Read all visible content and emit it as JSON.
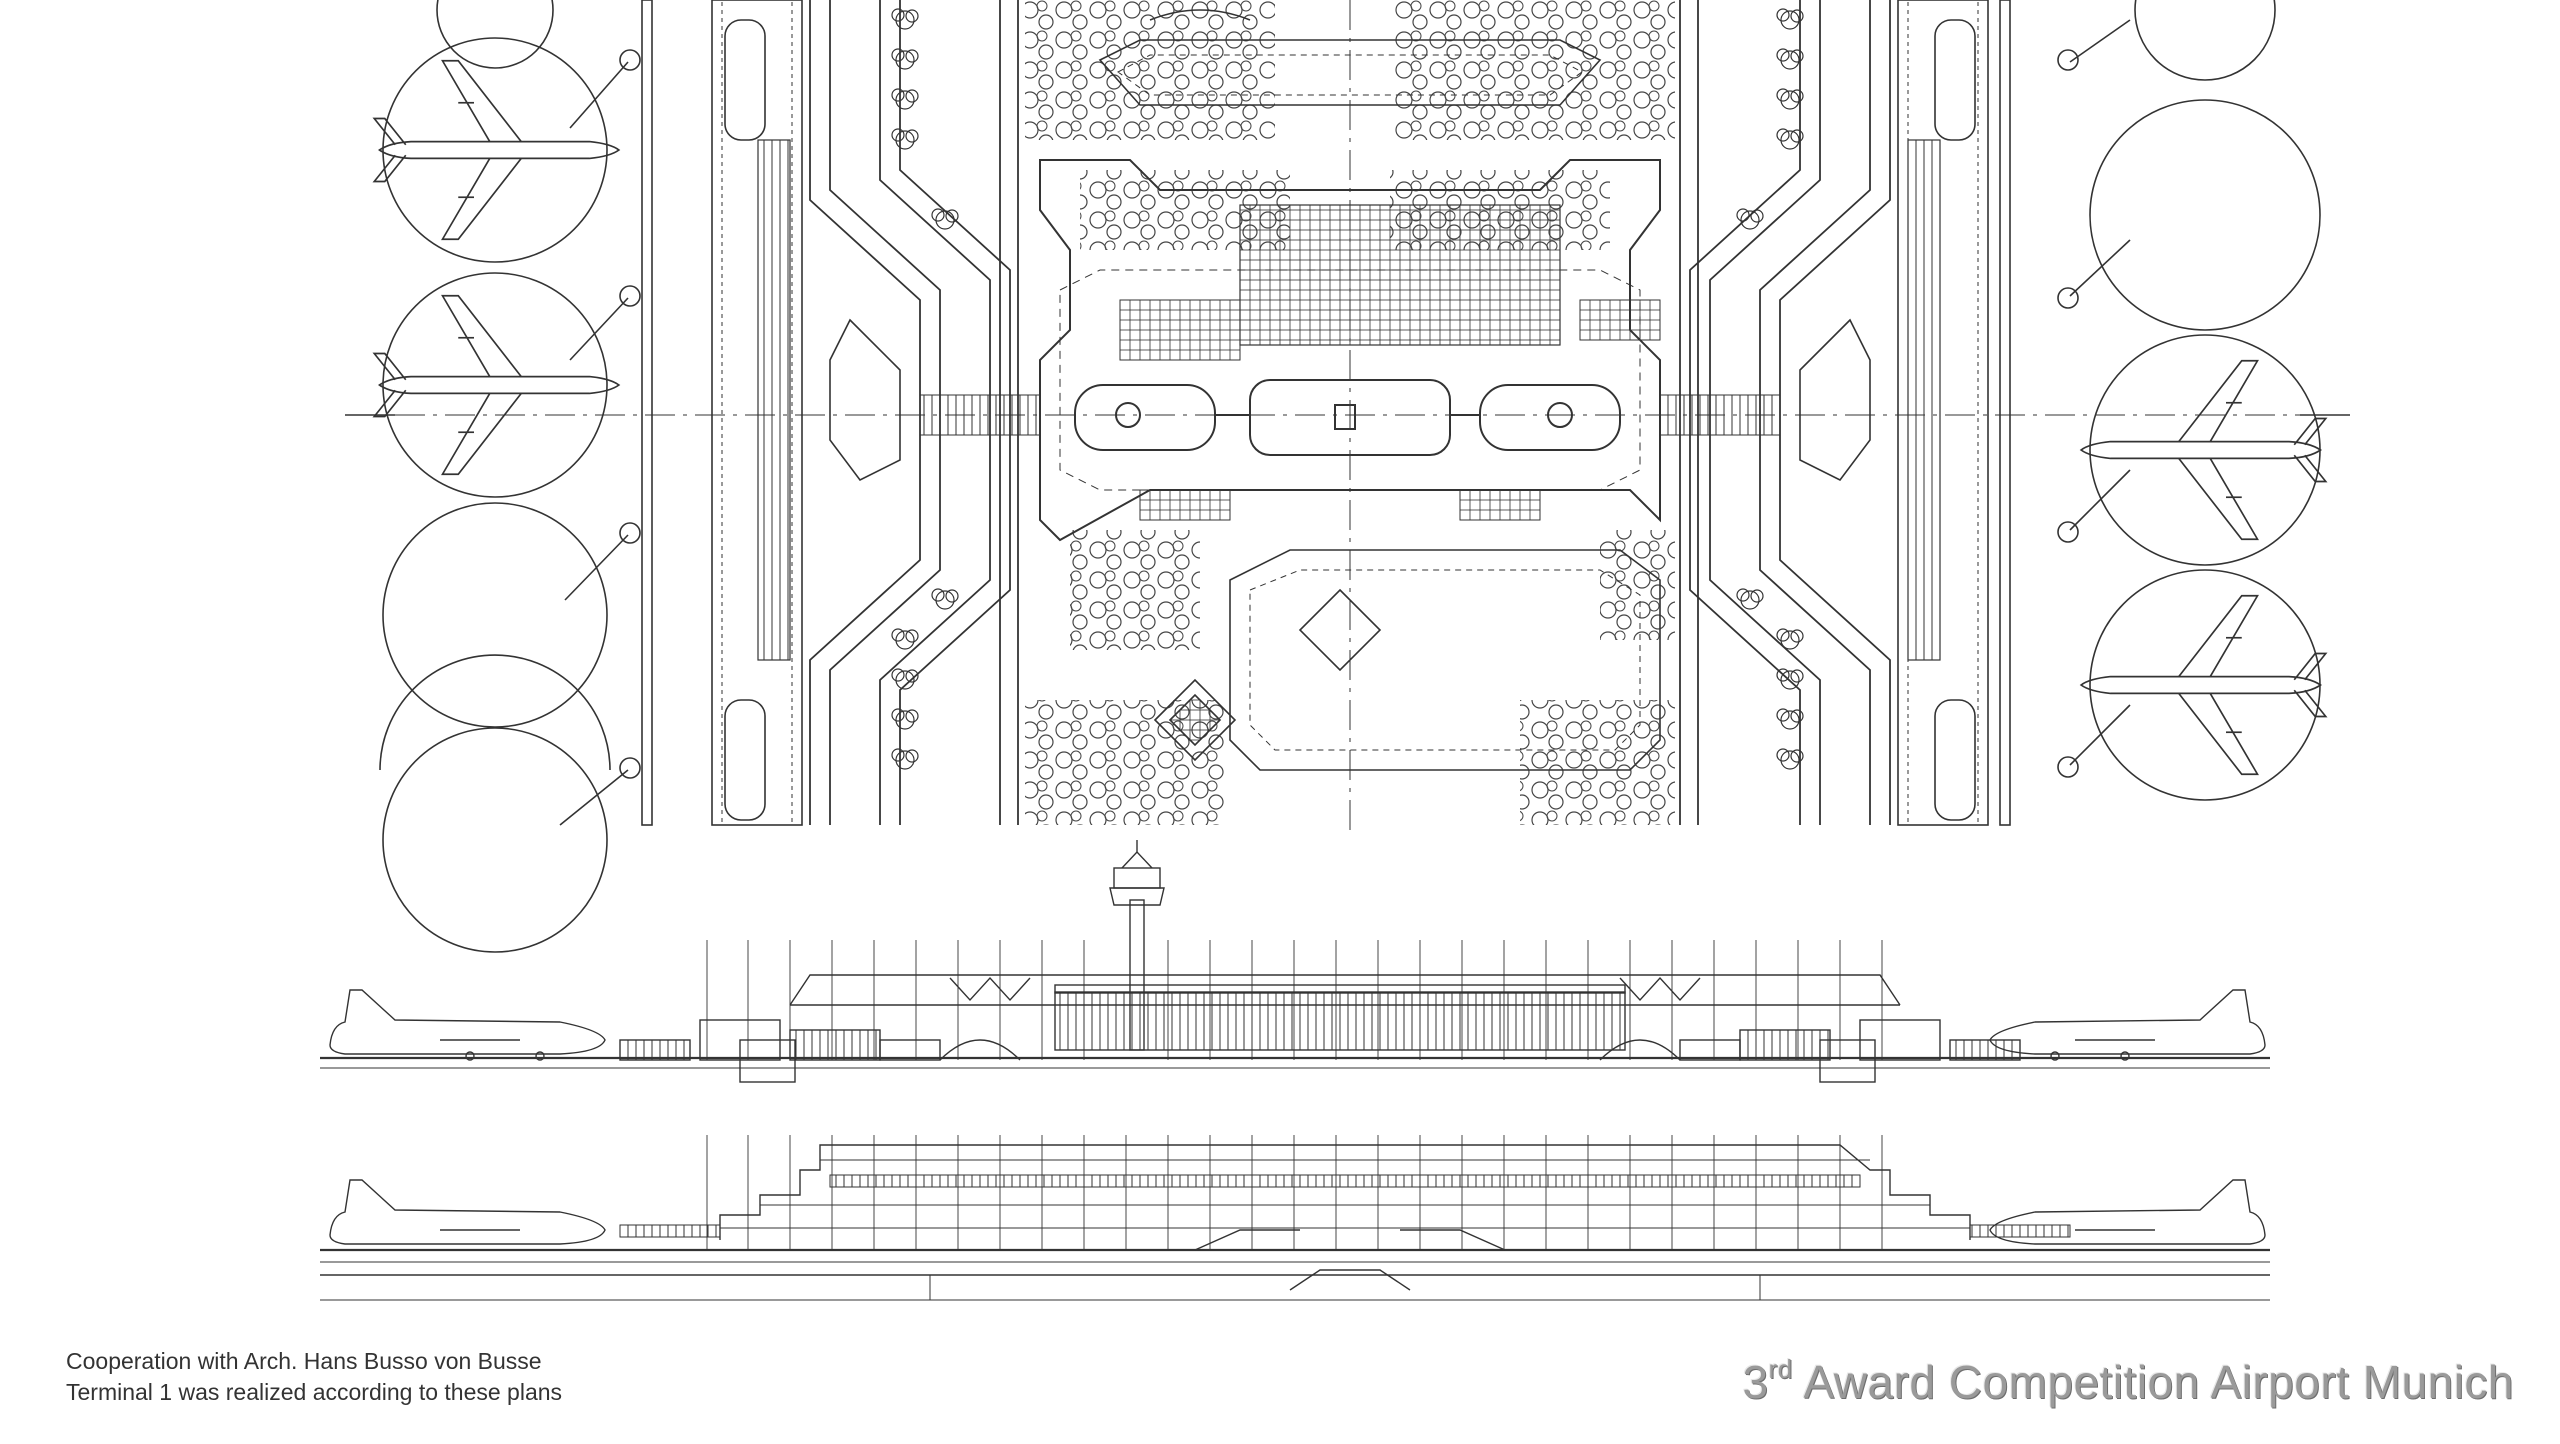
{
  "caption": {
    "line1": "Cooperation with Arch. Hans Busso von Busse",
    "line2": "Terminal 1 was realized according to these plans"
  },
  "title": {
    "number": "3",
    "ordinal": "rd",
    "text": " Award Competition Airport Munich"
  },
  "colors": {
    "ink": "#333333",
    "title": "#9a9a9a"
  },
  "icons": {
    "aircraft": "airplane-icon",
    "tower": "control-tower-icon",
    "trees": "tree-icon"
  }
}
